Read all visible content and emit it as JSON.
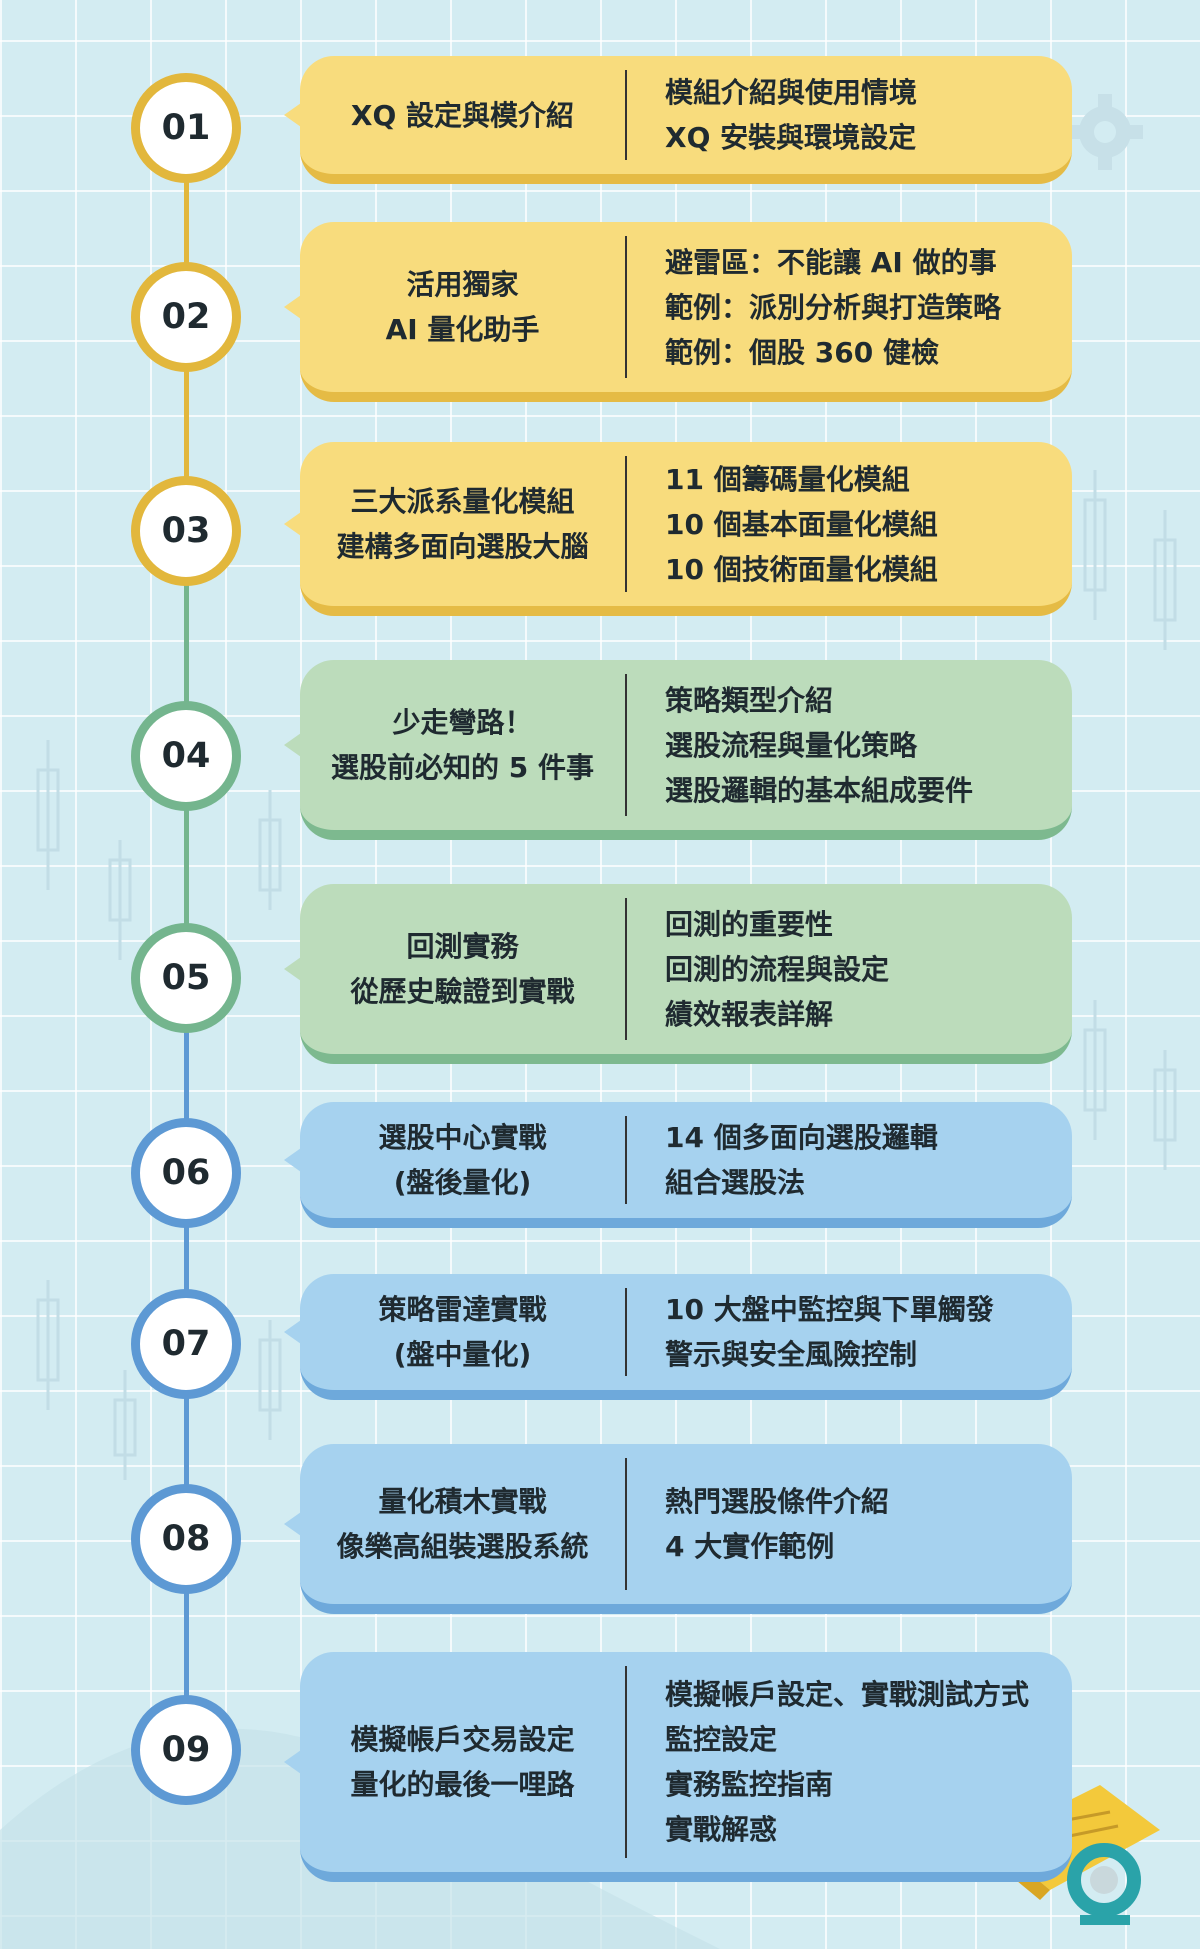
{
  "colors": {
    "yellow": "#f8dc7d",
    "green": "#bcdcbb",
    "blue": "#a6d2ef",
    "yellow_ring": "#e2b73c",
    "green_ring": "#74b58e",
    "blue_ring": "#5d99d4"
  },
  "icons": [
    "gear-icon",
    "scroll-logo-icon"
  ],
  "modules": [
    {
      "num": "01",
      "left": [
        "XQ 設定與模介紹"
      ],
      "right": [
        "模組介紹與使用情境",
        "XQ 安裝與環境設定"
      ]
    },
    {
      "num": "02",
      "left": [
        "活用獨家",
        "AI 量化助手"
      ],
      "right": [
        "避雷區：不能讓 AI 做的事",
        "範例：派別分析與打造策略",
        "範例：個股 360 健檢"
      ]
    },
    {
      "num": "03",
      "left": [
        "三大派系量化模組",
        "建構多面向選股大腦"
      ],
      "right": [
        "11 個籌碼量化模組",
        "10 個基本面量化模組",
        "10 個技術面量化模組"
      ]
    },
    {
      "num": "04",
      "left": [
        "少走彎路！",
        "選股前必知的 5 件事"
      ],
      "right": [
        "策略類型介紹",
        "選股流程與量化策略",
        "選股邏輯的基本組成要件"
      ]
    },
    {
      "num": "05",
      "left": [
        "回測實務",
        "從歷史驗證到實戰"
      ],
      "right": [
        "回測的重要性",
        "回測的流程與設定",
        "績效報表詳解"
      ]
    },
    {
      "num": "06",
      "left": [
        "選股中心實戰",
        "(盤後量化)"
      ],
      "right": [
        "14 個多面向選股邏輯",
        "組合選股法"
      ]
    },
    {
      "num": "07",
      "left": [
        "策略雷達實戰",
        "(盤中量化)"
      ],
      "right": [
        "10 大盤中監控與下單觸發",
        "警示與安全風險控制"
      ]
    },
    {
      "num": "08",
      "left": [
        "量化積木實戰",
        "像樂高組裝選股系統"
      ],
      "right": [
        "熱門選股條件介紹",
        "4 大實作範例"
      ]
    },
    {
      "num": "09",
      "left": [
        "模擬帳戶交易設定",
        "量化的最後一哩路"
      ],
      "right": [
        "模擬帳戶設定、實戰測試方式",
        "監控設定",
        "實務監控指南",
        "實戰解惑"
      ]
    }
  ]
}
